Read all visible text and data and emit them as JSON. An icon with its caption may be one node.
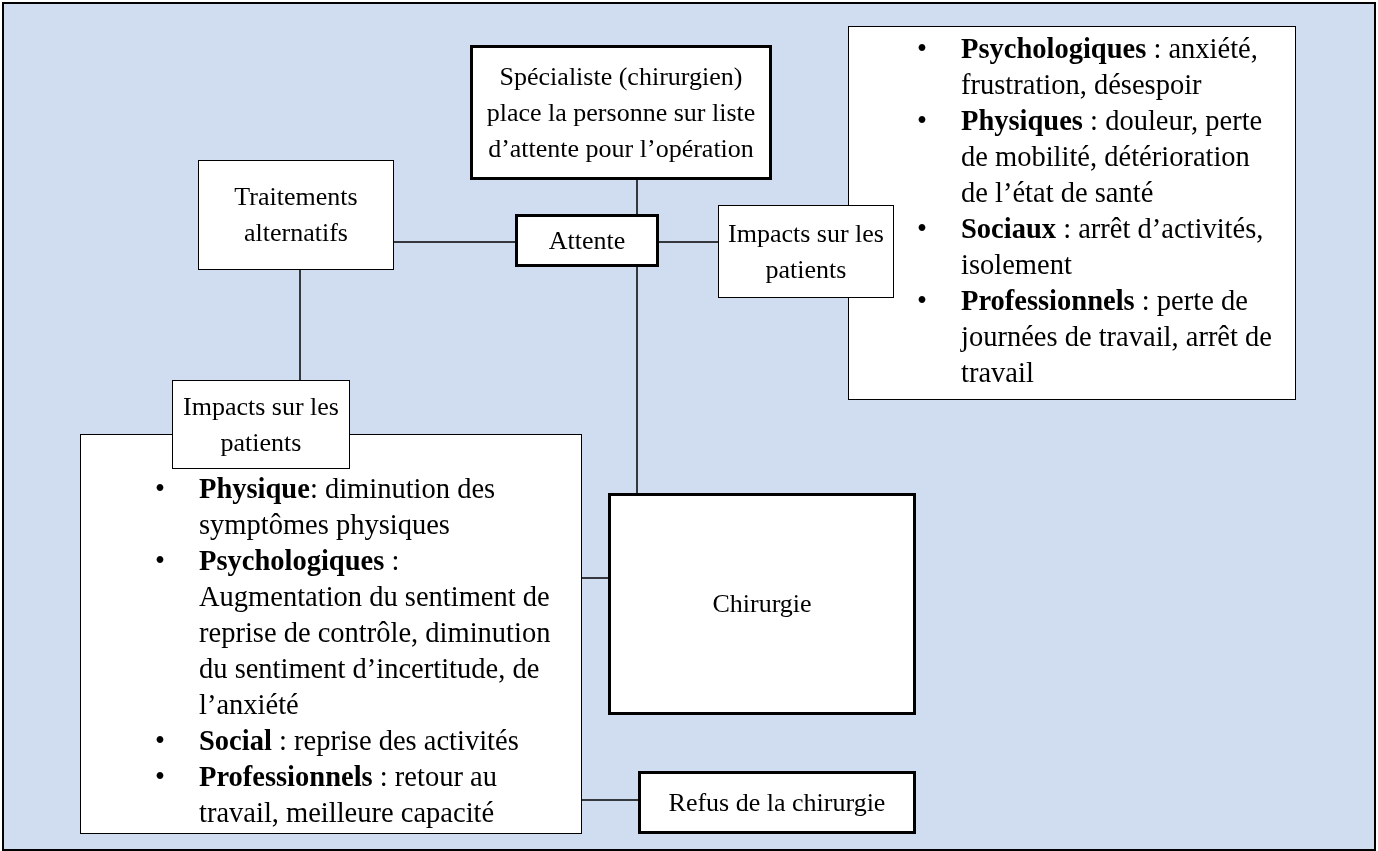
{
  "diagram": {
    "nodes": [
      {
        "text": [
          "Spécialiste (chirurgien) place la personne sur liste d’attente pour l’opération"
        ]
      },
      {
        "text": [
          "Traitements alternatifs"
        ]
      },
      {
        "text": [
          "Attente"
        ]
      },
      {
        "text": [
          "Impacts sur les patients"
        ]
      },
      {
        "text": [
          "•",
          "**Psychologiques** : anxiété, frustration, désespoir",
          "•",
          "**Physiques** : douleur, perte de mobilité, détérioration de l’état de santé",
          "•",
          "**Sociaux** : arrêt d’activités, isolement",
          "•",
          "**Professionnels** : perte de journées de travail, arrêt de travail"
        ]
      },
      {
        "text": [
          "Impacts sur les patients"
        ]
      },
      {
        "text": [
          "•",
          "**Physique**: diminution des symptômes physiques",
          "•",
          "**Psychologiques** : Augmentation du sentiment de reprise de contrôle, diminution du sentiment d’incertitude, de l’anxiété",
          "•",
          "**Social** : reprise des activités",
          "•",
          "**Professionnels** : retour au travail, meilleure capacité"
        ]
      },
      {
        "text": [
          "Chirurgie"
        ]
      },
      {
        "text": [
          "Refus de la chirurgie"
        ]
      }
    ],
    "edges": [
      {
        "from": 0,
        "to": 2,
        "arrow": "none"
      },
      {
        "from": 1,
        "to": 2,
        "arrow": "none"
      },
      {
        "from": 2,
        "to": 3,
        "arrow": "none"
      },
      {
        "from": 1,
        "to": 5,
        "arrow": "none"
      },
      {
        "from": 2,
        "to": 7,
        "arrow": "none"
      },
      {
        "from": 6,
        "to": 7,
        "arrow": "none"
      },
      {
        "from": 6,
        "to": 8,
        "arrow": "none"
      }
    ]
  }
}
